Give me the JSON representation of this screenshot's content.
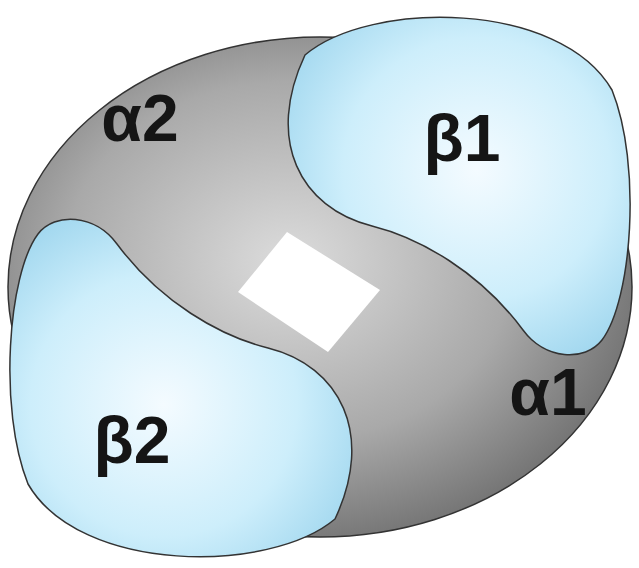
{
  "diagram": {
    "nodes": [
      {
        "text": [
          "α2"
        ]
      },
      {
        "text": [
          "β1"
        ]
      },
      {
        "text": [
          "β2"
        ]
      },
      {
        "text": [
          "α1"
        ]
      }
    ]
  }
}
